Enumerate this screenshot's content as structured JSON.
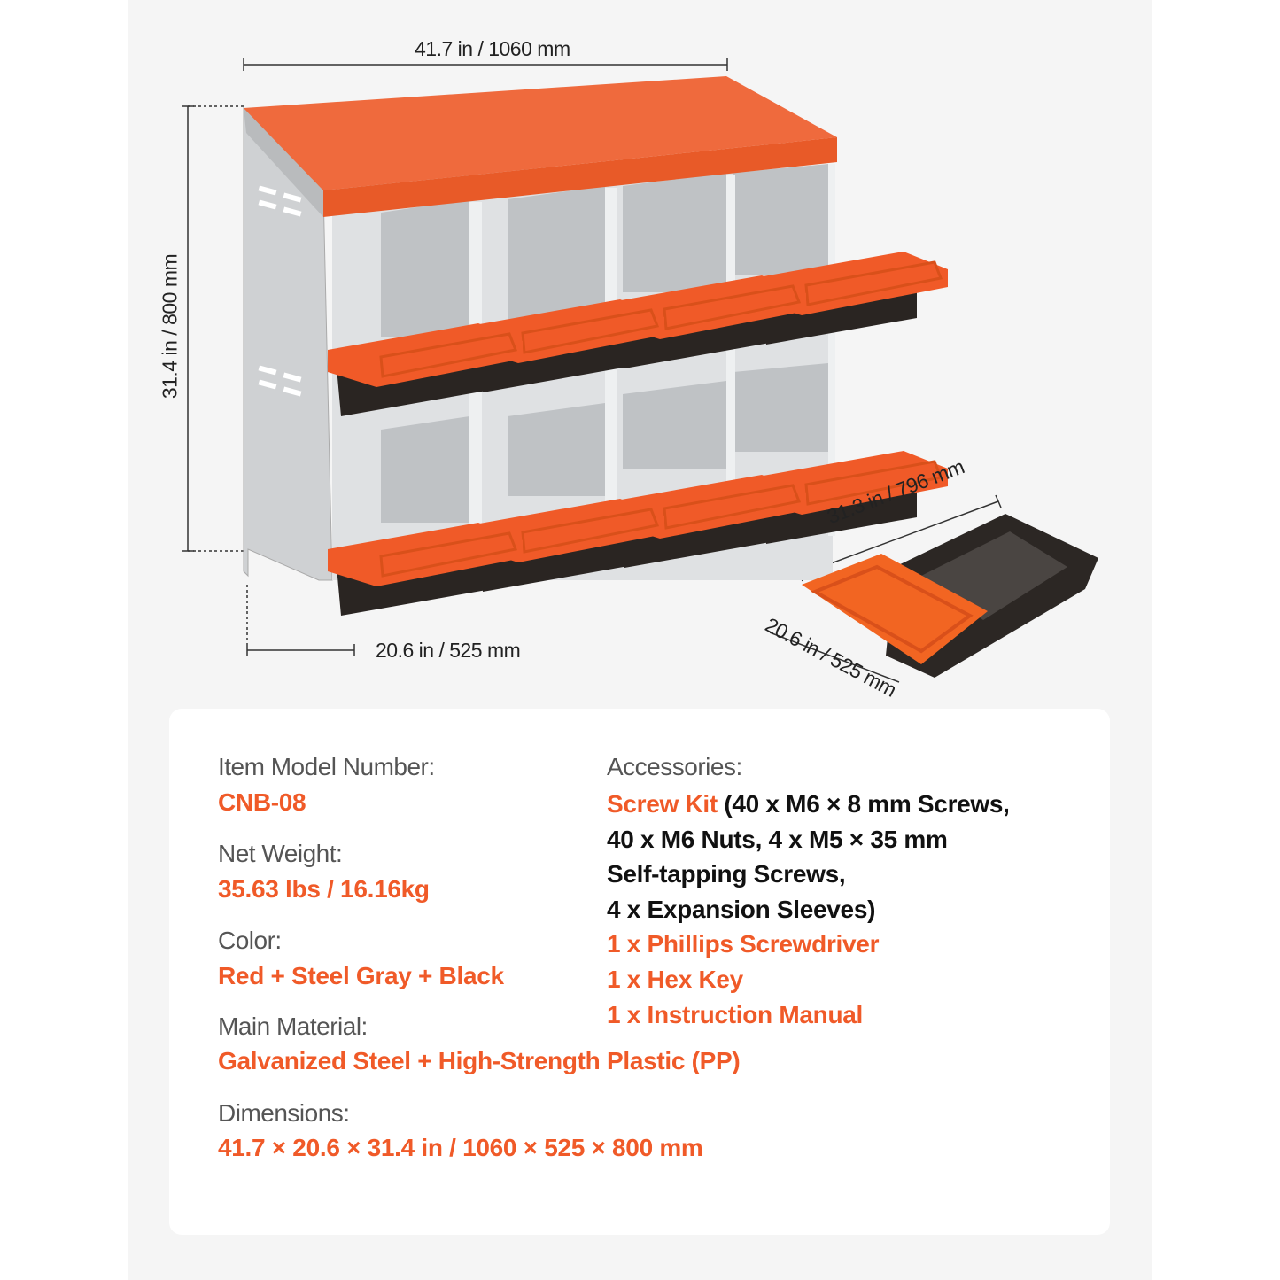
{
  "dimensions_labels": {
    "width": "41.7 in / 1060 mm",
    "height": "31.4 in / 800 mm",
    "depth": "20.6 in / 525 mm",
    "tray_length": "31.3 in / 796 mm",
    "tray_depth": "20.6 in / 525 mm"
  },
  "colors": {
    "accent": "#f05a28",
    "roof": "#ee6436",
    "steel": "#c9cbcd",
    "tray_black": "#2a2522"
  },
  "specs": {
    "model_label": "Item Model Number:",
    "model_value": "CNB-08",
    "weight_label": "Net Weight:",
    "weight_value": "35.63 lbs /  16.16kg",
    "color_label": "Color:",
    "color_value": "Red + Steel Gray + Black",
    "material_label": "Main Material:",
    "material_value": "Galvanized Steel + High-Strength Plastic (PP)",
    "dimensions_label": "Dimensions:",
    "dimensions_value": "41.7 × 20.6 × 31.4 in / 1060 × 525 × 800 mm"
  },
  "accessories": {
    "label": "Accessories:",
    "screw_kit_title": "Screw Kit",
    "screw_kit_line1": " (40 x M6 × 8 mm Screws,",
    "screw_kit_line2": "40 x M6 Nuts, 4 x M5 × 35 mm",
    "screw_kit_line3": "Self-tapping Screws,",
    "screw_kit_line4": "4 x Expansion Sleeves)",
    "items": [
      "1 x Phillips Screwdriver",
      "1 x Hex Key",
      "1 x Instruction Manual"
    ]
  }
}
